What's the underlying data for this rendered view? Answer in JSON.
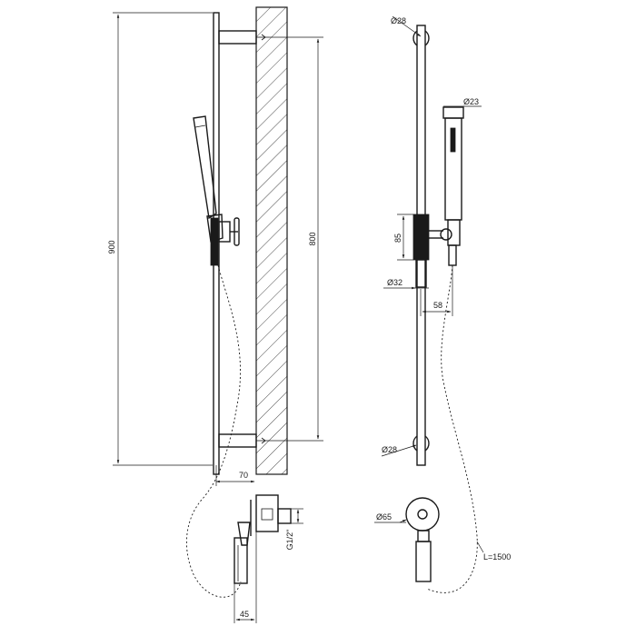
{
  "colors": {
    "line": "#1a1a1a",
    "background": "#ffffff"
  },
  "dimensions": {
    "side_total_height": "900",
    "side_bracket_spacing": "800",
    "side_wall_offset": "70",
    "outlet_thread": "G1/2\"",
    "outlet_offset": "45",
    "front_bracket_top_dia": "Ø28",
    "front_handset_dia": "Ø23",
    "front_slider_height": "85",
    "front_bar_dia": "Ø32",
    "front_holder_offset": "58",
    "front_bracket_bottom_dia": "Ø28",
    "front_outlet_dia": "Ø65",
    "front_hose_length": "L=1500"
  }
}
